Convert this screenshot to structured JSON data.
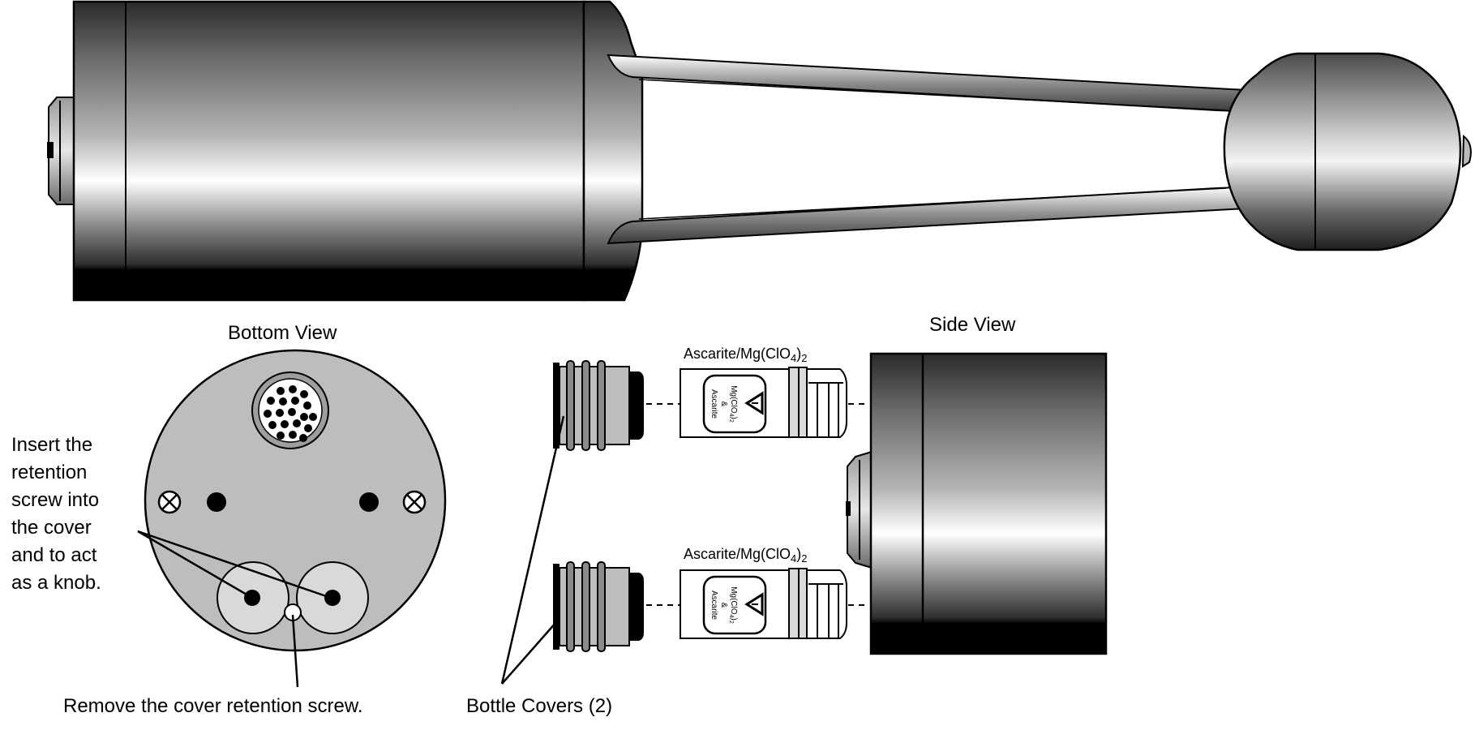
{
  "labels": {
    "bottom_view": "Bottom View",
    "side_view": "Side View",
    "insert_instruction": [
      "Insert the",
      "retention",
      "screw into",
      "the cover",
      "and to act",
      "as a knob."
    ],
    "remove_instruction": "Remove the cover retention screw.",
    "bottle_covers": "Bottle Covers (2)",
    "chemical_main": "Ascarite/Mg(ClO",
    "chemical_sub1": "4",
    "chemical_close": ")",
    "chemical_sub2": "2",
    "bottle_line1": "Mg(ClO",
    "bottle_sub1": "4",
    "bottle_close": ")",
    "bottle_sub2": "2",
    "bottle_line2": "&",
    "bottle_line3": "Ascarite"
  },
  "colors": {
    "outline": "#000000",
    "plate_fill": "#bdbdbd",
    "plate_light": "#d9d9d9",
    "bottle_fill": "#ffffff"
  },
  "icons": {
    "warning": "warning-triangle-icon",
    "screw": "cross-screw-icon"
  }
}
